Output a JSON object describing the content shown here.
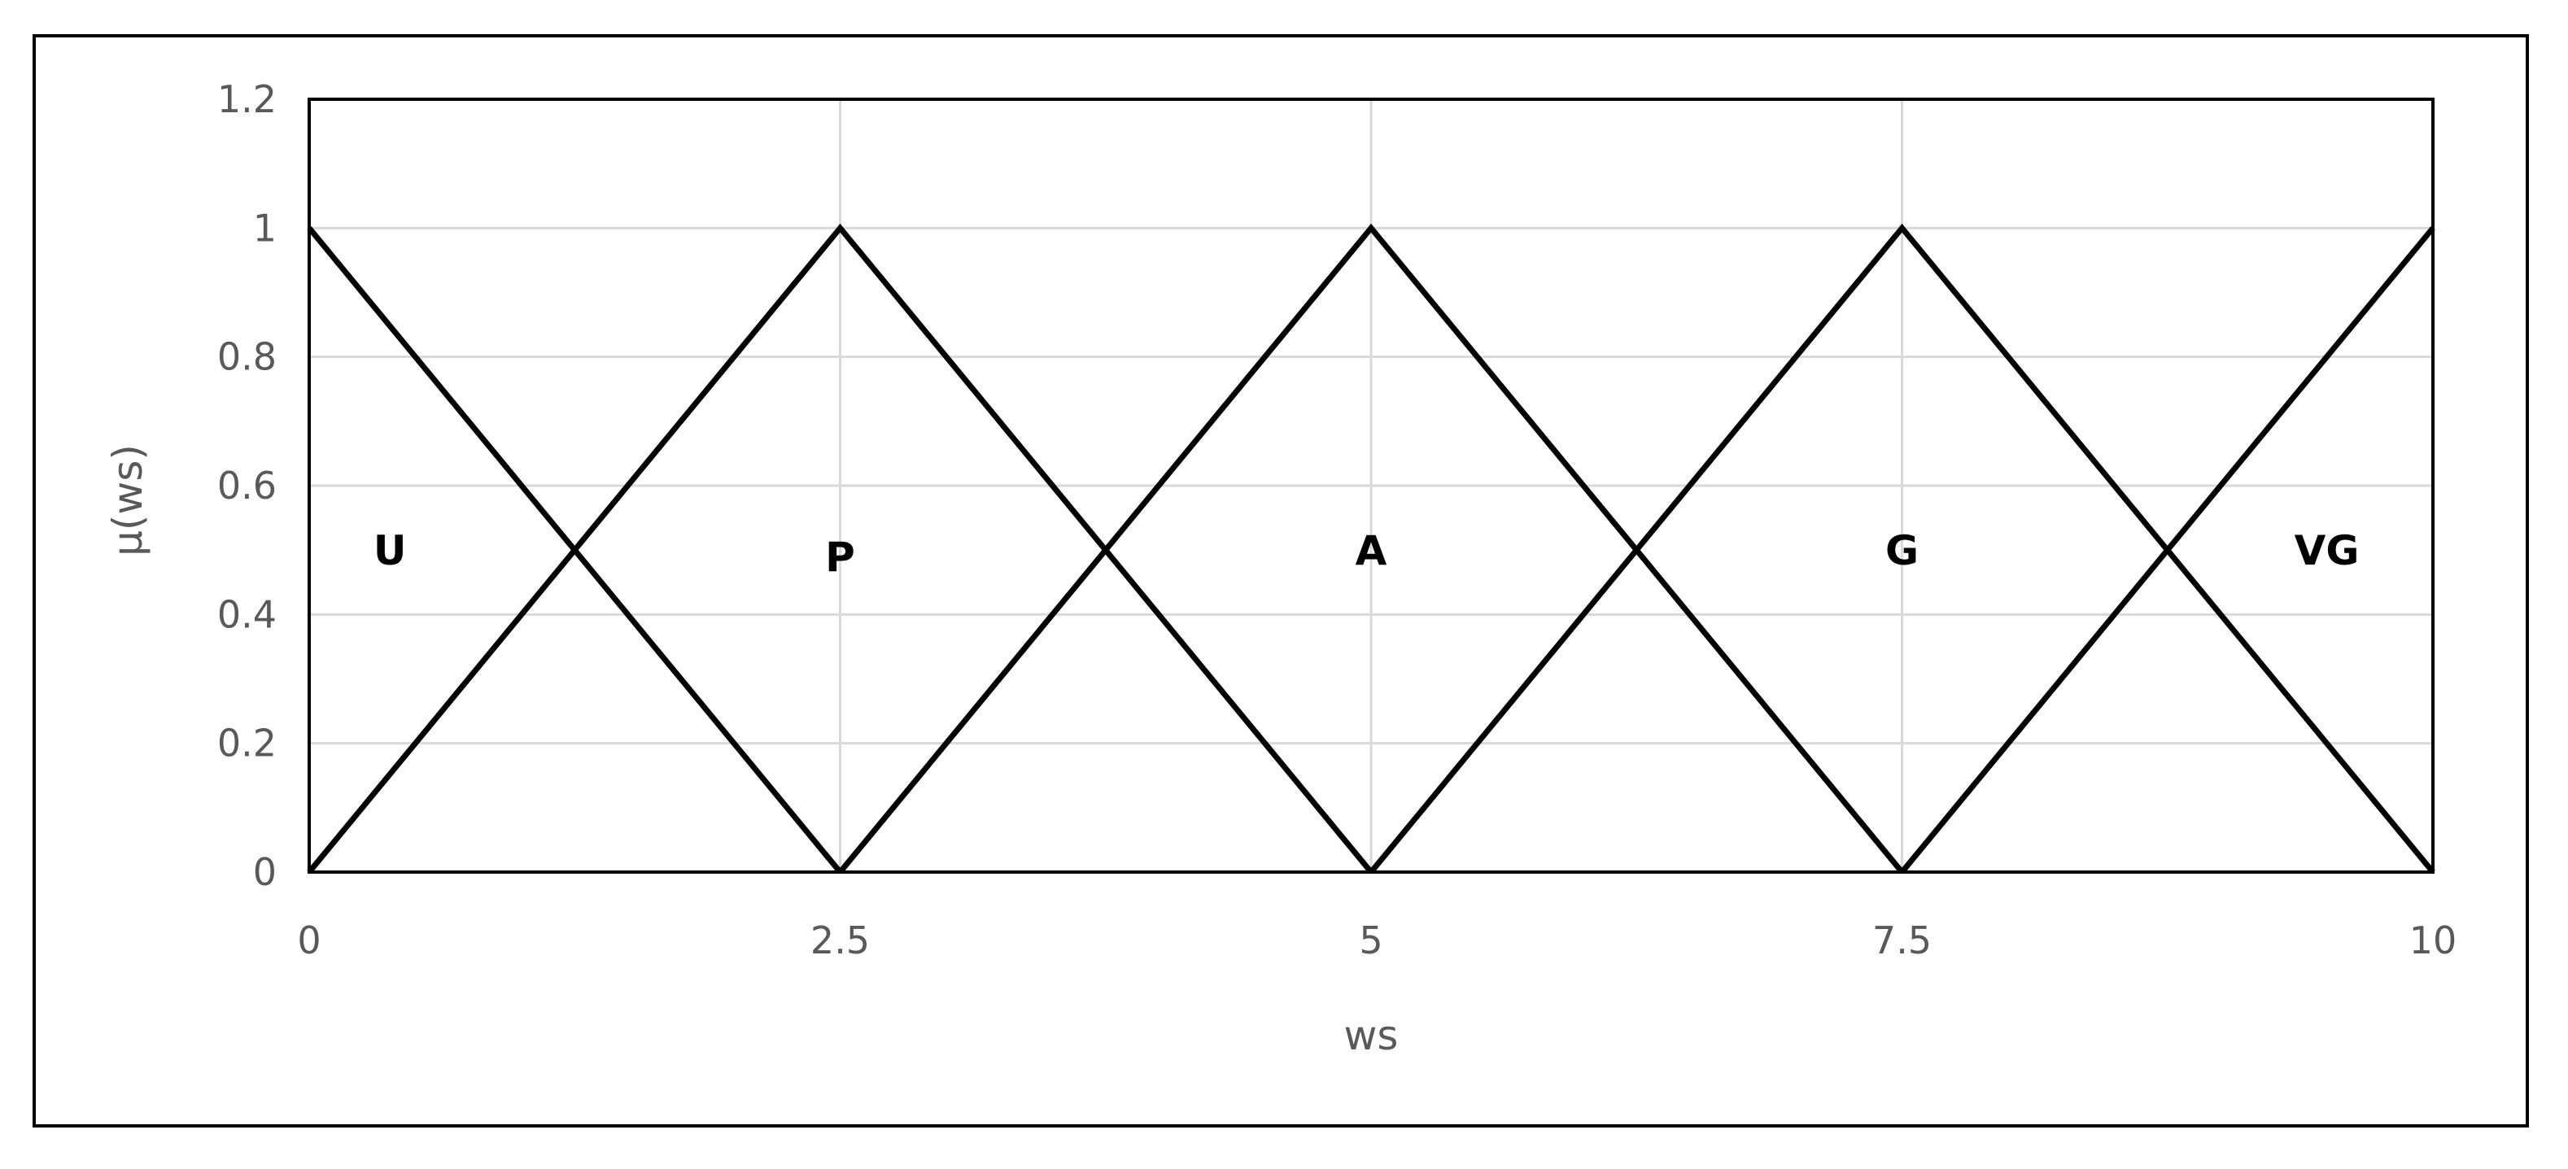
{
  "chart_data": {
    "type": "line",
    "title": "",
    "xlabel": "ws",
    "ylabel": "μ(ws)",
    "xlim": [
      0,
      10
    ],
    "ylim": [
      0,
      1.2
    ],
    "x_ticks": [
      0,
      2.5,
      5,
      7.5,
      10
    ],
    "x_tick_labels": [
      "0",
      "2.5",
      "5",
      "7.5",
      "10"
    ],
    "y_ticks": [
      0,
      0.2,
      0.4,
      0.6,
      0.8,
      1,
      1.2
    ],
    "y_tick_labels": [
      "0",
      "0.2",
      "0.4",
      "0.6",
      "0.8",
      "1",
      "1.2"
    ],
    "grid": true,
    "legend": "none",
    "series": [
      {
        "name": "U",
        "x": [
          0,
          2.5
        ],
        "y": [
          1,
          0
        ],
        "label_at": [
          0.38,
          0.5
        ]
      },
      {
        "name": "P",
        "x": [
          0,
          2.5,
          5
        ],
        "y": [
          0,
          1,
          0
        ],
        "label_at": [
          2.5,
          0.49
        ]
      },
      {
        "name": "A",
        "x": [
          2.5,
          5,
          7.5
        ],
        "y": [
          0,
          1,
          0
        ],
        "label_at": [
          5,
          0.5
        ]
      },
      {
        "name": "G",
        "x": [
          5,
          7.5,
          10
        ],
        "y": [
          0,
          1,
          0
        ],
        "label_at": [
          7.5,
          0.5
        ]
      },
      {
        "name": "VG",
        "x": [
          7.5,
          10
        ],
        "y": [
          0,
          1
        ],
        "label_at": [
          9.5,
          0.5
        ]
      }
    ],
    "colors": {
      "line": "#000000",
      "grid": "#d9d9d9",
      "text": "#595959"
    }
  }
}
